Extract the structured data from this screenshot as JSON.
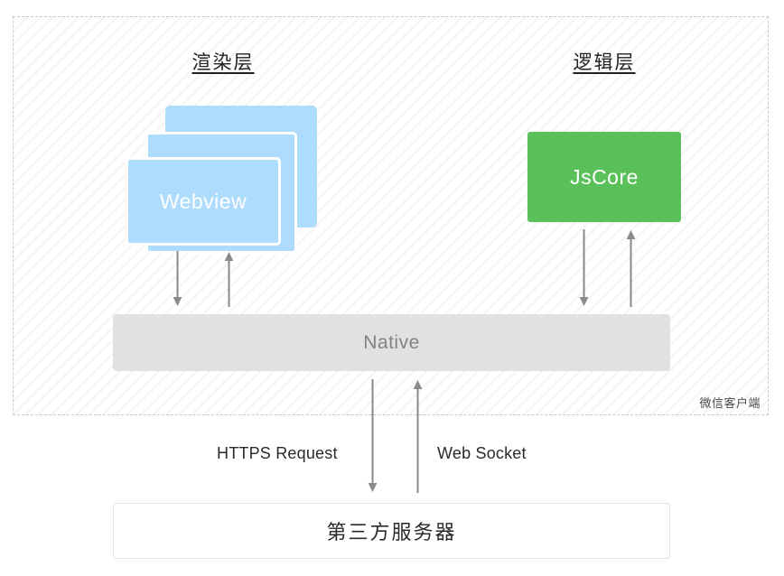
{
  "diagram": {
    "client_region": {
      "tag": "微信客户端"
    },
    "columns": [
      {
        "id": "render",
        "title": "渲染层"
      },
      {
        "id": "logic",
        "title": "逻辑层"
      }
    ],
    "nodes": {
      "webview": {
        "label": "Webview",
        "stack_count": 3,
        "color": "#aedcfd",
        "text_color": "#ffffff"
      },
      "jscore": {
        "label": "JsCore",
        "color": "#5ac05a",
        "text_color": "#ffffff"
      },
      "native": {
        "label": "Native",
        "color": "#e1e1e1",
        "text_color": "#838383"
      },
      "server": {
        "label": "第三方服务器",
        "color": "#ffffff",
        "text_color": "#2a2a2a",
        "border_color": "#e3e3e3"
      }
    },
    "connections": [
      {
        "id": "webview-to-native",
        "direction": "down",
        "from": "webview",
        "to": "native",
        "label": ""
      },
      {
        "id": "native-to-webview",
        "direction": "up",
        "from": "native",
        "to": "webview",
        "label": ""
      },
      {
        "id": "jscore-to-native",
        "direction": "down",
        "from": "jscore",
        "to": "native",
        "label": ""
      },
      {
        "id": "native-to-jscore",
        "direction": "up",
        "from": "native",
        "to": "jscore",
        "label": ""
      },
      {
        "id": "native-to-server",
        "direction": "down",
        "from": "native",
        "to": "server",
        "label": "HTTPS Request"
      },
      {
        "id": "server-to-native",
        "direction": "up",
        "from": "server",
        "to": "native",
        "label": "Web Socket"
      }
    ],
    "net_labels": {
      "https": "HTTPS Request",
      "websocket": "Web Socket"
    },
    "colors": {
      "arrow": "#8a8a8a",
      "hatch_line": "#f1f1f1",
      "dashed_border": "#c9c9c9",
      "heading_text": "#222222"
    }
  }
}
